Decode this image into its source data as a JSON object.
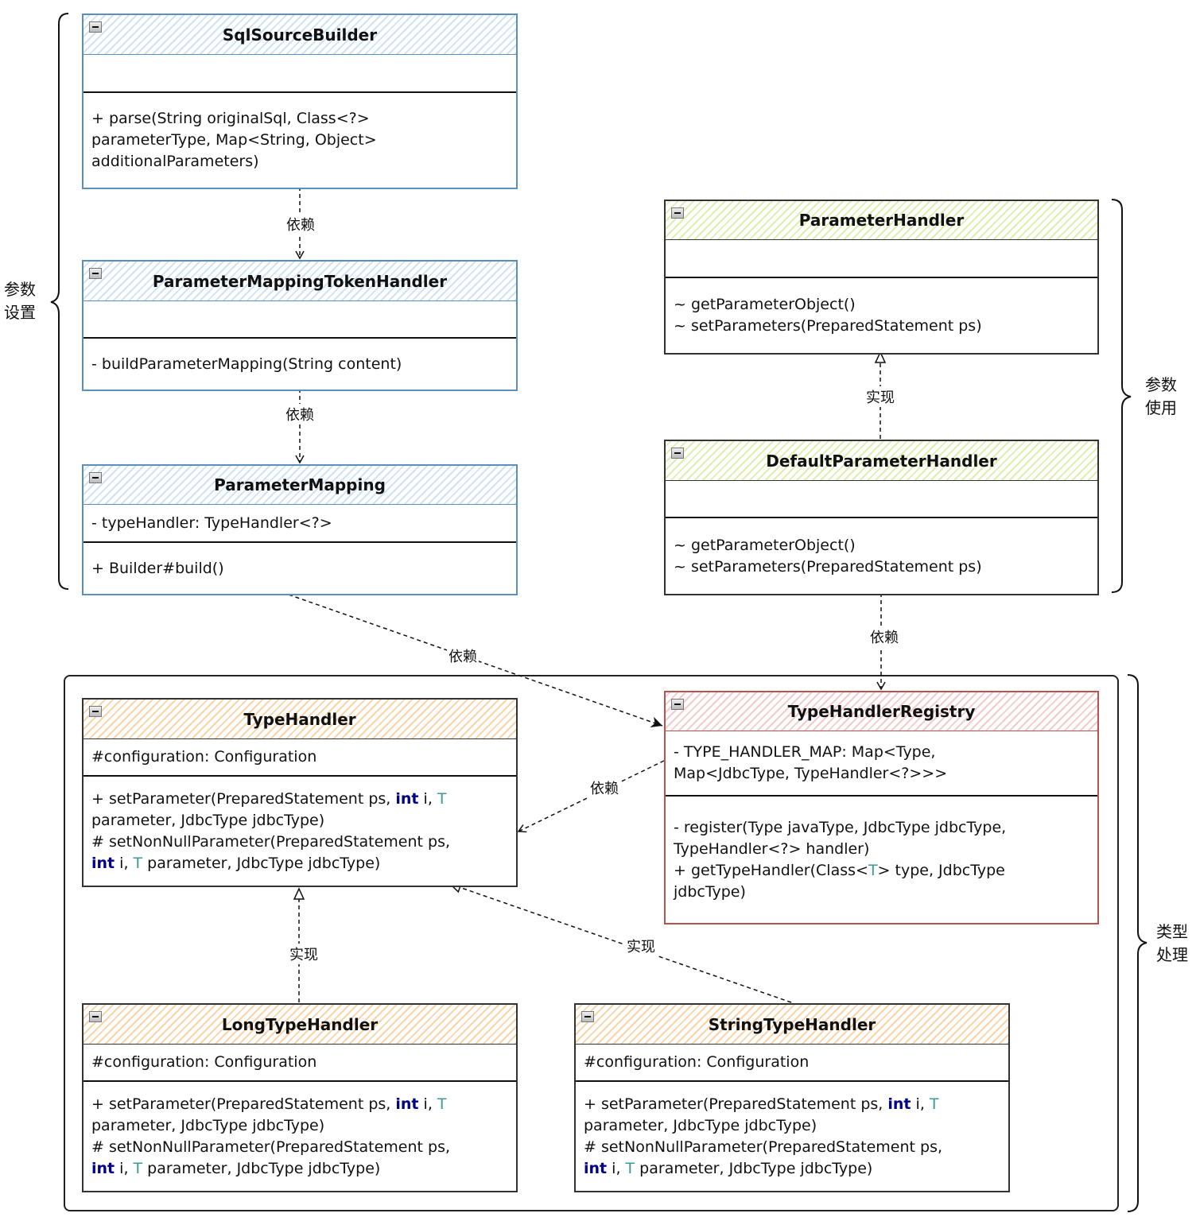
{
  "groups": {
    "param_setting": "参数\n设置",
    "param_usage": "参数\n使用",
    "type_handling": "类型\n处理"
  },
  "colors": {
    "setting_border": "#5b8fbf",
    "usage_hatch": "#dcefb0",
    "type_hatch": "#fad3a8",
    "registry_border": "#b85450",
    "keyword": "#000088",
    "type_param": "#3a9b9b"
  },
  "relations": [
    {
      "from": "SqlSourceBuilder",
      "to": "ParameterMappingTokenHandler",
      "label": "依赖",
      "kind": "dependency"
    },
    {
      "from": "ParameterMappingTokenHandler",
      "to": "ParameterMapping",
      "label": "依赖",
      "kind": "dependency"
    },
    {
      "from": "DefaultParameterHandler",
      "to": "ParameterHandler",
      "label": "实现",
      "kind": "realization"
    },
    {
      "from": "DefaultParameterHandler",
      "to": "TypeHandlerRegistry",
      "label": "依赖",
      "kind": "dependency"
    },
    {
      "from": "ParameterMapping",
      "to": "TypeHandlerRegistry",
      "label": "依赖",
      "kind": "dependency"
    },
    {
      "from": "TypeHandlerRegistry",
      "to": "TypeHandler",
      "label": "依赖",
      "kind": "dependency"
    },
    {
      "from": "LongTypeHandler",
      "to": "TypeHandler",
      "label": "实现",
      "kind": "realization"
    },
    {
      "from": "StringTypeHandler",
      "to": "TypeHandler",
      "label": "实现",
      "kind": "realization"
    }
  ],
  "classes": [
    {
      "id": "sqlsource",
      "name": "SqlSourceBuilder",
      "theme": "blue",
      "attributes": [],
      "methods": [
        [
          [
            "+ parse(String originalSql, Class<?>",
            ""
          ]
        ],
        [
          [
            "parameterType, Map<String, Object>",
            ""
          ]
        ],
        [
          [
            "additionalParameters)",
            ""
          ]
        ]
      ]
    },
    {
      "id": "tokenhandler",
      "name": "ParameterMappingTokenHandler",
      "theme": "blue",
      "attributes": [],
      "methods": [
        [
          [
            "- buildParameterMapping(String content)",
            ""
          ]
        ]
      ]
    },
    {
      "id": "parammapping",
      "name": "ParameterMapping",
      "theme": "blue",
      "attributes": [
        [
          [
            "- typeHandler:  TypeHandler<?>",
            ""
          ]
        ]
      ],
      "methods": [
        [
          [
            "+ Builder#build()",
            ""
          ]
        ]
      ]
    },
    {
      "id": "paramhandler",
      "name": "ParameterHandler",
      "theme": "green",
      "attributes": [],
      "methods": [
        [
          [
            "~ getParameterObject()",
            ""
          ]
        ],
        [
          [
            "~ setParameters(PreparedStatement ps)",
            ""
          ]
        ]
      ]
    },
    {
      "id": "defparamhandler",
      "name": "DefaultParameterHandler",
      "theme": "green",
      "attributes": [],
      "methods": [
        [
          [
            "~ getParameterObject()",
            ""
          ]
        ],
        [
          [
            "~ setParameters(PreparedStatement ps)",
            ""
          ]
        ]
      ]
    },
    {
      "id": "registry",
      "name": "TypeHandlerRegistry",
      "theme": "red",
      "attributes": [
        [
          [
            "- TYPE_HANDLER_MAP:  Map<Type,",
            ""
          ]
        ],
        [
          [
            "Map<JdbcType, TypeHandler<?>>>",
            ""
          ]
        ]
      ],
      "methods": [
        [
          [
            "- register(Type javaType, JdbcType jdbcType,",
            ""
          ]
        ],
        [
          [
            "TypeHandler<?> handler)",
            ""
          ]
        ],
        [
          [
            "+ getTypeHandler(Class<",
            ""
          ],
          [
            "T",
            "tp"
          ],
          [
            "> type, JdbcType",
            ""
          ]
        ],
        [
          [
            "jdbcType)",
            ""
          ]
        ]
      ]
    },
    {
      "id": "typehandler",
      "name": "TypeHandler",
      "theme": "orange",
      "attributes": [
        [
          [
            "#configuration:  Configuration",
            ""
          ]
        ]
      ],
      "methods": [
        [
          [
            "+ setParameter(PreparedStatement ps, ",
            ""
          ],
          [
            "int",
            "kw"
          ],
          [
            " i, ",
            ""
          ],
          [
            "T",
            "tp"
          ]
        ],
        [
          [
            "parameter, JdbcType jdbcType)",
            ""
          ]
        ],
        [
          [
            "# setNonNullParameter(PreparedStatement ps,",
            ""
          ]
        ],
        [
          [
            "int",
            "kw"
          ],
          [
            " i, ",
            ""
          ],
          [
            "T",
            "tp"
          ],
          [
            " parameter, JdbcType jdbcType)",
            ""
          ]
        ]
      ]
    },
    {
      "id": "longtypehandler",
      "name": "LongTypeHandler",
      "theme": "orange",
      "attributes": [
        [
          [
            "#configuration:  Configuration",
            ""
          ]
        ]
      ],
      "methods": [
        [
          [
            "+ setParameter(PreparedStatement ps, ",
            ""
          ],
          [
            "int",
            "kw"
          ],
          [
            " i, ",
            ""
          ],
          [
            "T",
            "tp"
          ]
        ],
        [
          [
            "parameter, JdbcType jdbcType)",
            ""
          ]
        ],
        [
          [
            "# setNonNullParameter(PreparedStatement ps,",
            ""
          ]
        ],
        [
          [
            "int",
            "kw"
          ],
          [
            " i, ",
            ""
          ],
          [
            "T",
            "tp"
          ],
          [
            " parameter, JdbcType jdbcType)",
            ""
          ]
        ]
      ]
    },
    {
      "id": "stringtypehandler",
      "name": "StringTypeHandler",
      "theme": "orange",
      "attributes": [
        [
          [
            "#configuration:  Configuration",
            ""
          ]
        ]
      ],
      "methods": [
        [
          [
            "+ setParameter(PreparedStatement ps, ",
            ""
          ],
          [
            "int",
            "kw"
          ],
          [
            " i, ",
            ""
          ],
          [
            "T",
            "tp"
          ]
        ],
        [
          [
            "parameter, JdbcType jdbcType)",
            ""
          ]
        ],
        [
          [
            "# setNonNullParameter(PreparedStatement ps,",
            ""
          ]
        ],
        [
          [
            "int",
            "kw"
          ],
          [
            " i, ",
            ""
          ],
          [
            "T",
            "tp"
          ],
          [
            " parameter, JdbcType jdbcType)",
            ""
          ]
        ]
      ]
    }
  ]
}
